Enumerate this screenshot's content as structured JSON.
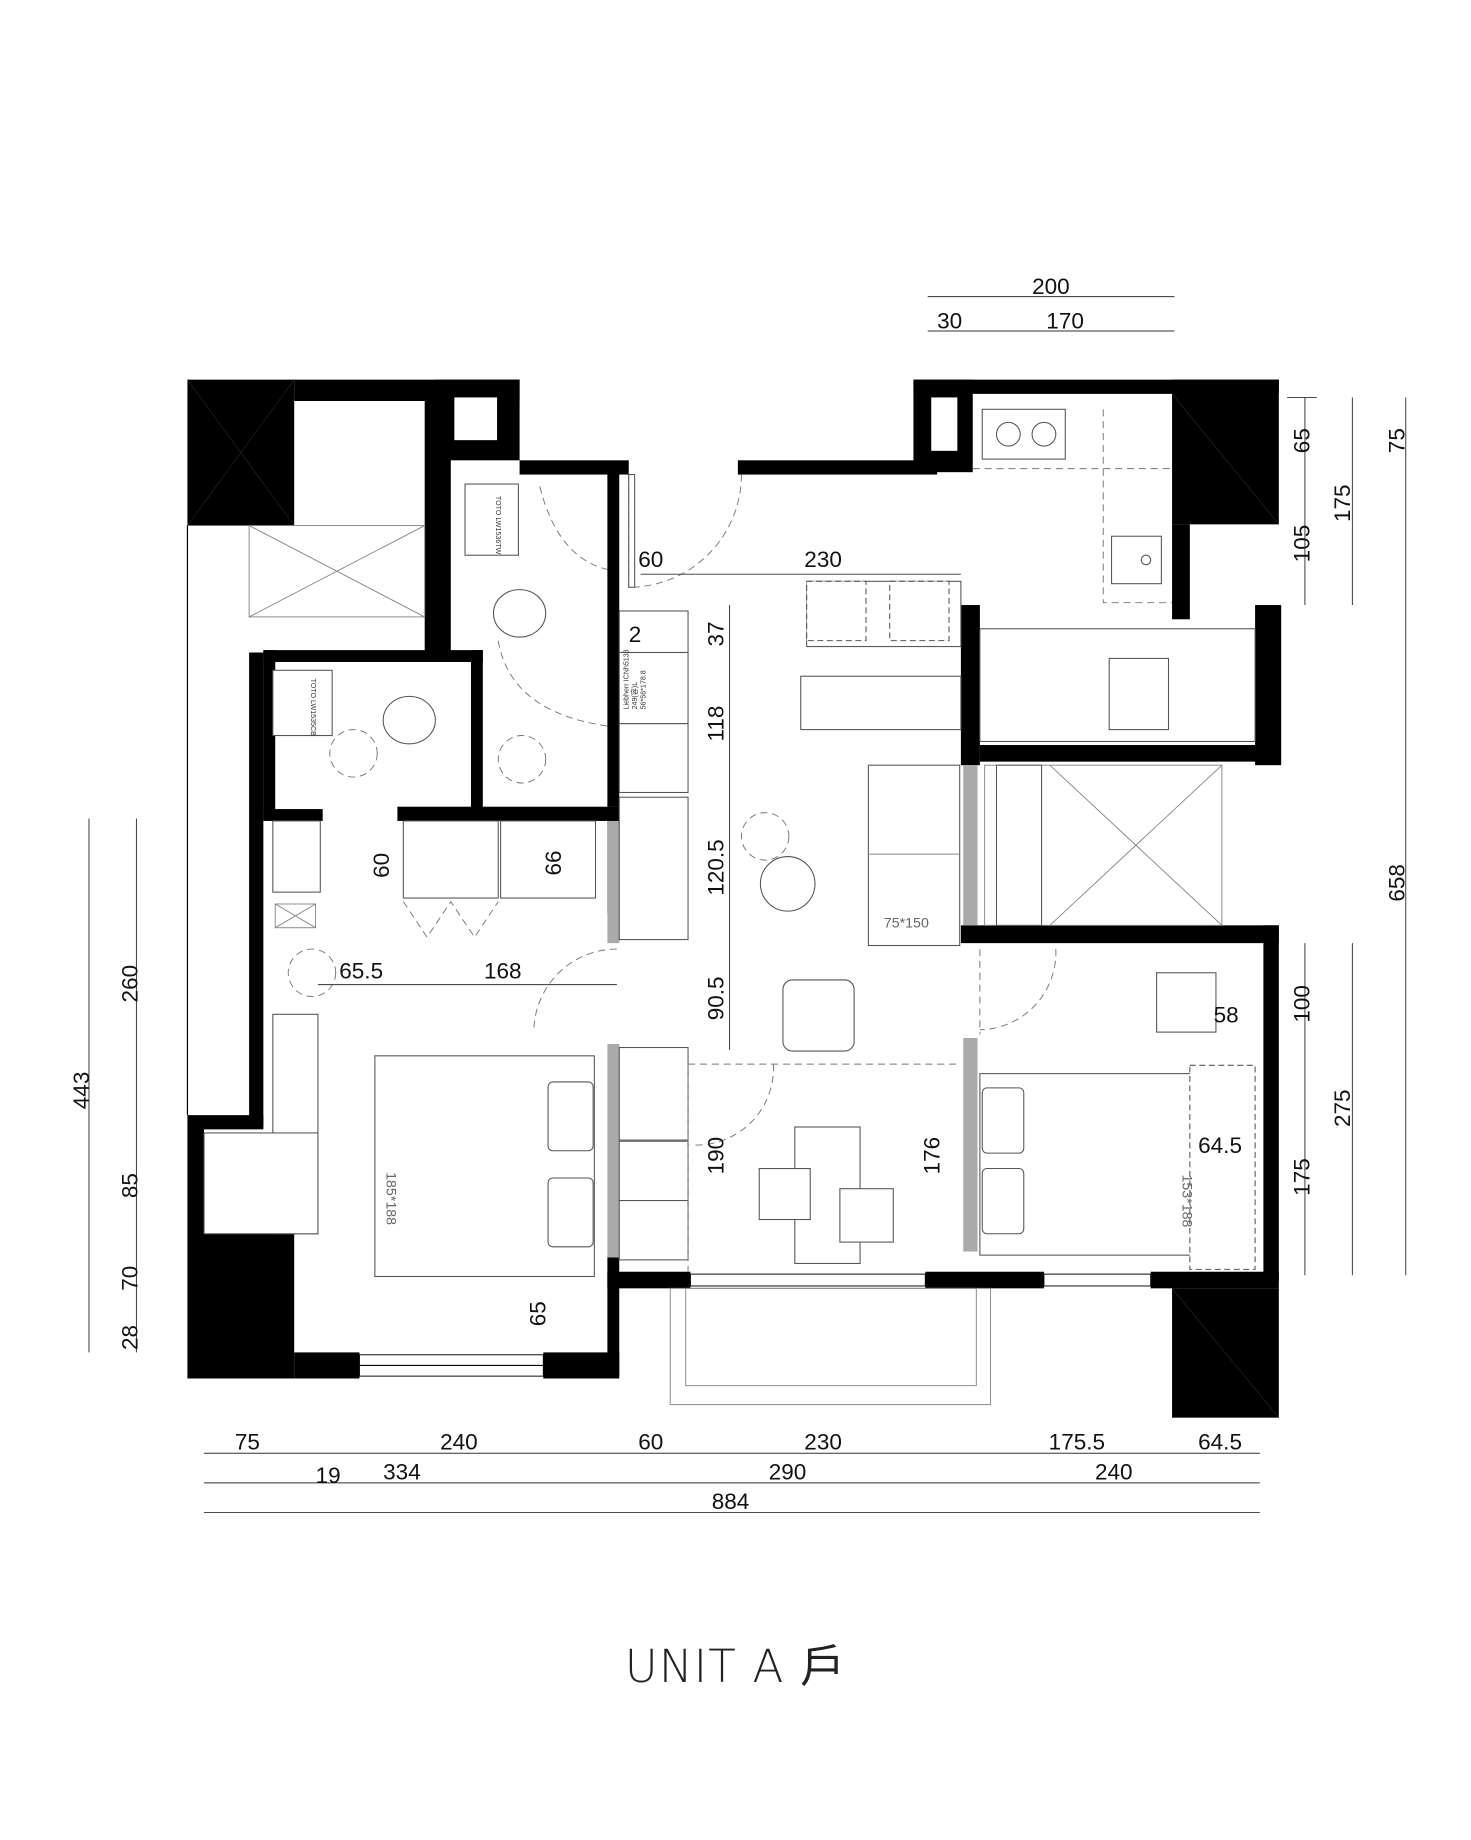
{
  "title": "UNIT A 戶",
  "dims": {
    "top_total": "200",
    "top_a": "30",
    "top_b": "170",
    "right_65": "65",
    "right_175": "175",
    "right_75": "75",
    "right_105": "105",
    "right_658": "658",
    "right_100": "100",
    "right_275": "275",
    "right_175b": "175",
    "left_443": "443",
    "left_260": "260",
    "left_85": "85",
    "left_70": "70",
    "left_28": "28",
    "door_60": "60",
    "island_230": "230",
    "cab_2": "2",
    "v_37": "37",
    "v_118": "118",
    "v_120_5": "120.5",
    "v_90_5": "90.5",
    "v_190": "190",
    "v_176": "176",
    "closet_60": "60",
    "closet_66": "66",
    "h_65_5": "65.5",
    "h_168": "168",
    "desk_58": "58",
    "bed2_64_5": "64.5",
    "bed1_65": "65",
    "bot_75": "75",
    "bot_240": "240",
    "bot_60": "60",
    "bot_230": "230",
    "bot_175_5": "175.5",
    "bot_64_5": "64.5",
    "bot_19": "19",
    "bot_334": "334",
    "bot_290": "290",
    "bot_240b": "240",
    "bot_884": "884"
  },
  "labels": {
    "sofa": "75*150",
    "bed_master": "185*188",
    "bed_second": "153*188",
    "fridge_line1": "Liebherr ICNh5133",
    "fridge_line2": "249(容)L",
    "fridge_line3": "56*56*178.8",
    "toto_1": "TOTO LW1536TW",
    "toto_2": "TOTO LW1535CB"
  }
}
